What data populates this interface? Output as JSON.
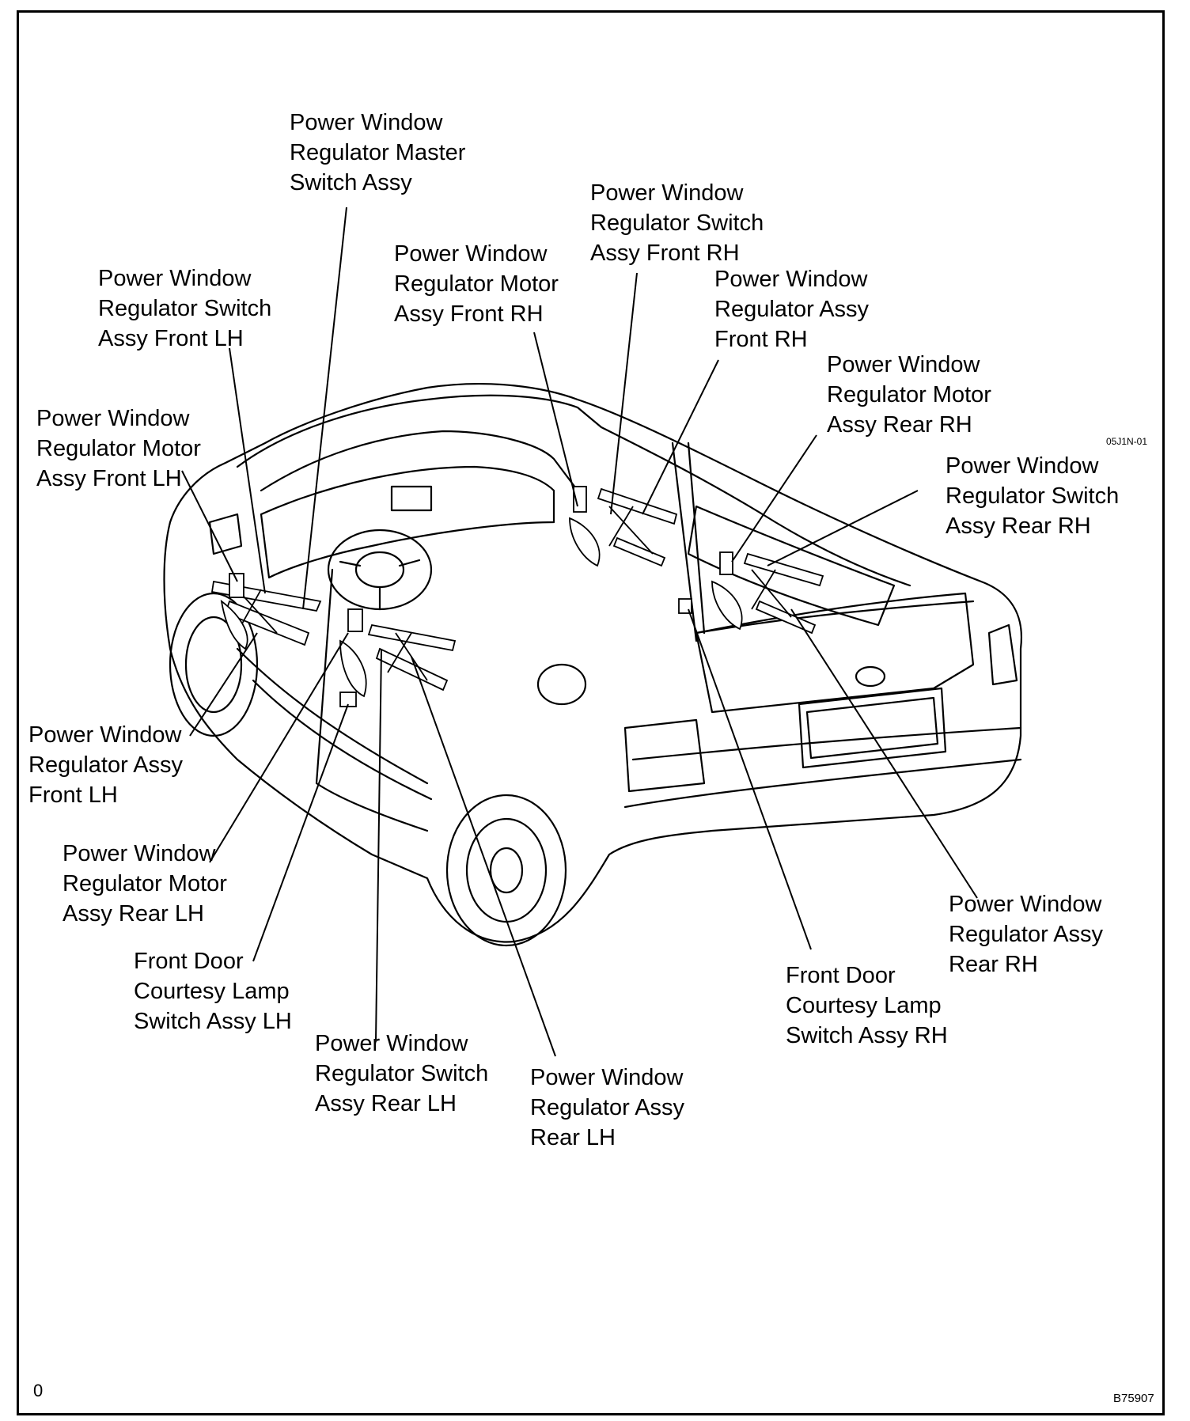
{
  "callouts": {
    "master_switch": [
      "Power Window",
      "Regulator Master",
      "Switch Assy"
    ],
    "motor_front_rh": [
      "Power Window",
      "Regulator Motor",
      "Assy Front RH"
    ],
    "switch_front_rh": [
      "Power Window",
      "Regulator Switch",
      "Assy Front RH"
    ],
    "regulator_front_rh": [
      "Power Window",
      "Regulator Assy",
      "Front RH"
    ],
    "motor_rear_rh": [
      "Power Window",
      "Regulator Motor",
      "Assy Rear RH"
    ],
    "switch_rear_rh": [
      "Power Window",
      "Regulator Switch",
      "Assy Rear RH"
    ],
    "switch_front_lh": [
      "Power Window",
      "Regulator Switch",
      "Assy Front LH"
    ],
    "motor_front_lh": [
      "Power Window",
      "Regulator Motor",
      "Assy Front LH"
    ],
    "regulator_front_lh": [
      "Power Window",
      "Regulator Assy",
      "Front LH"
    ],
    "motor_rear_lh": [
      "Power Window",
      "Regulator Motor",
      "Assy Rear LH"
    ],
    "courtesy_lamp_lh": [
      "Front Door",
      "Courtesy Lamp",
      "Switch Assy LH"
    ],
    "switch_rear_lh": [
      "Power Window",
      "Regulator Switch",
      "Assy Rear LH"
    ],
    "regulator_rear_lh": [
      "Power Window",
      "Regulator Assy",
      "Rear LH"
    ],
    "courtesy_lamp_rh": [
      "Front Door",
      "Courtesy Lamp",
      "Switch Assy RH"
    ],
    "regulator_rear_rh": [
      "Power Window",
      "Regulator Assy",
      "Rear RH"
    ]
  },
  "code_small": "05J1N-01",
  "corner_mark": "0",
  "figure_id": "B75907"
}
